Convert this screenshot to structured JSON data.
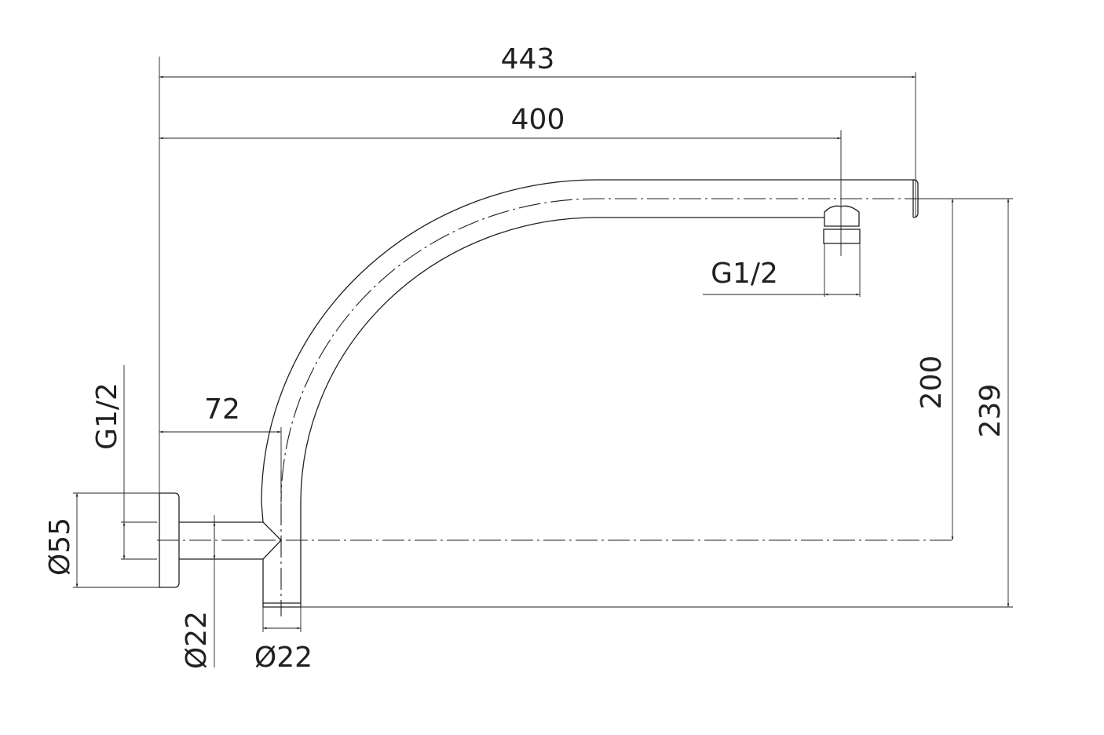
{
  "dimensions": {
    "overall_length": "443",
    "outlet_reach": "400",
    "outlet_thread": "G1/2",
    "inlet_thread": "G1/2",
    "wall_offset": "72",
    "flange_diameter": "Ø55",
    "inlet_pipe_diameter": "Ø22",
    "arm_pipe_diameter": "Ø22",
    "outlet_height": "200",
    "overall_height": "239"
  },
  "colors": {
    "line": "#231f20",
    "background": "#ffffff"
  }
}
